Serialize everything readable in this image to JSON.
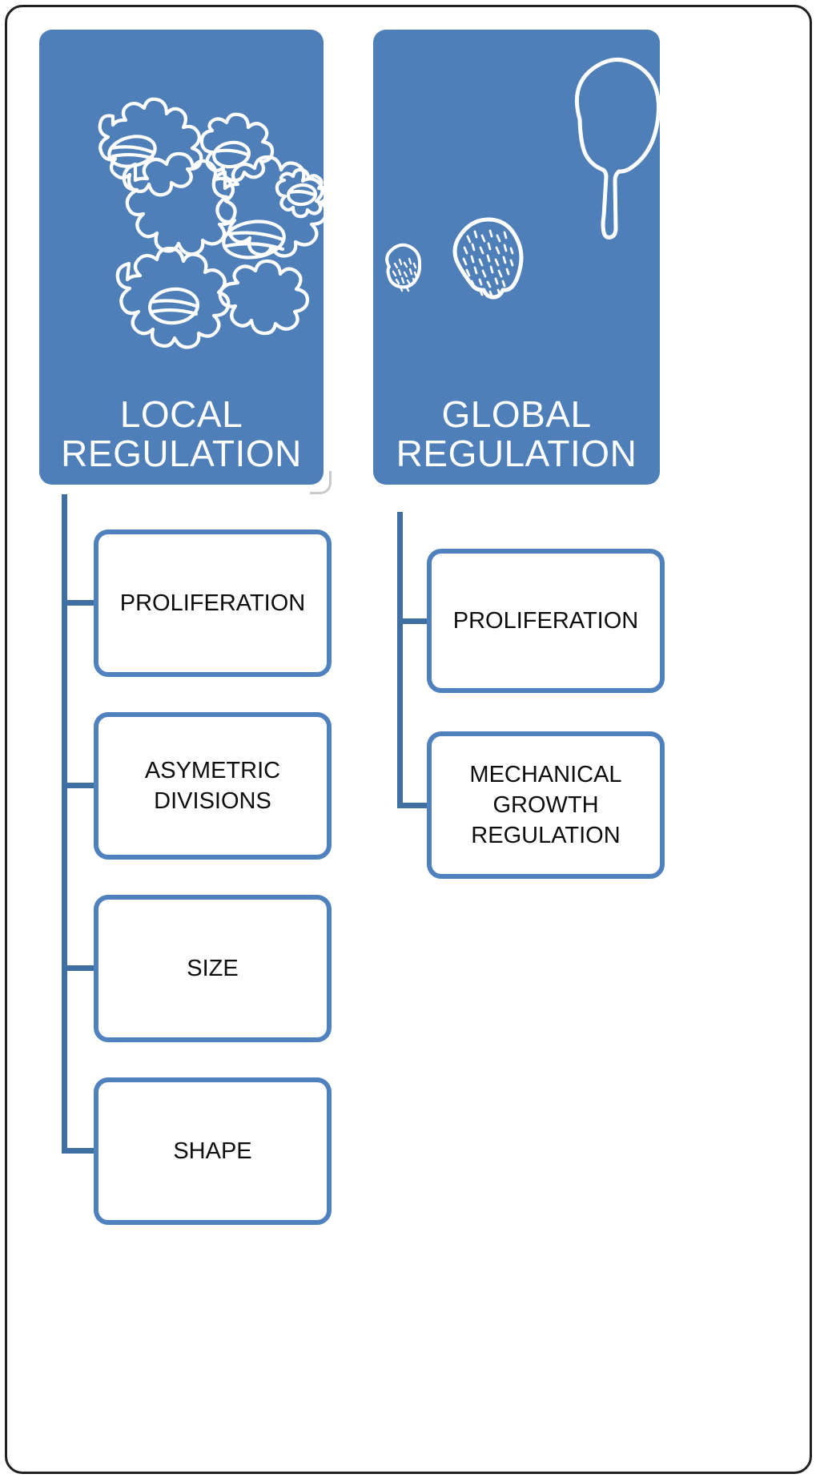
{
  "figure": {
    "type": "diagram",
    "layout": "two-column tree diagram",
    "accent_color": "#4e81bd",
    "card_fill": "#4f7fb8",
    "frame_color": "#231f20",
    "box_text_color": "#0d0d0d",
    "card_text_color": "#ffffff"
  },
  "columns": [
    {
      "id": "local",
      "card": {
        "title": "LOCAL\nREGULATION",
        "title_lines": [
          "LOCAL",
          "REGULATION"
        ],
        "artwork_name": "pavement-cells-jigsaw-outline",
        "artwork_description": "interlocking jigsaw-shaped pavement cells with lens-shaped stomata"
      },
      "nodes": [
        {
          "label": "PROLIFERATION"
        },
        {
          "label": "ASYMETRIC\nDIVISIONS"
        },
        {
          "label": "SIZE"
        },
        {
          "label": "SHAPE"
        }
      ]
    },
    {
      "id": "global",
      "card": {
        "title": "GLOBAL\nREGULATION",
        "title_lines": [
          "GLOBAL",
          "REGULATION"
        ],
        "artwork_name": "leaf-primordia-growth-series",
        "artwork_description": "three leaf stages: small stippled primordium, larger stippled primordium, mature outlined leaf with petiole"
      },
      "nodes": [
        {
          "label": "PROLIFERATION"
        },
        {
          "label": "MECHANICAL\nGROWTH\nREGULATION"
        }
      ]
    }
  ]
}
